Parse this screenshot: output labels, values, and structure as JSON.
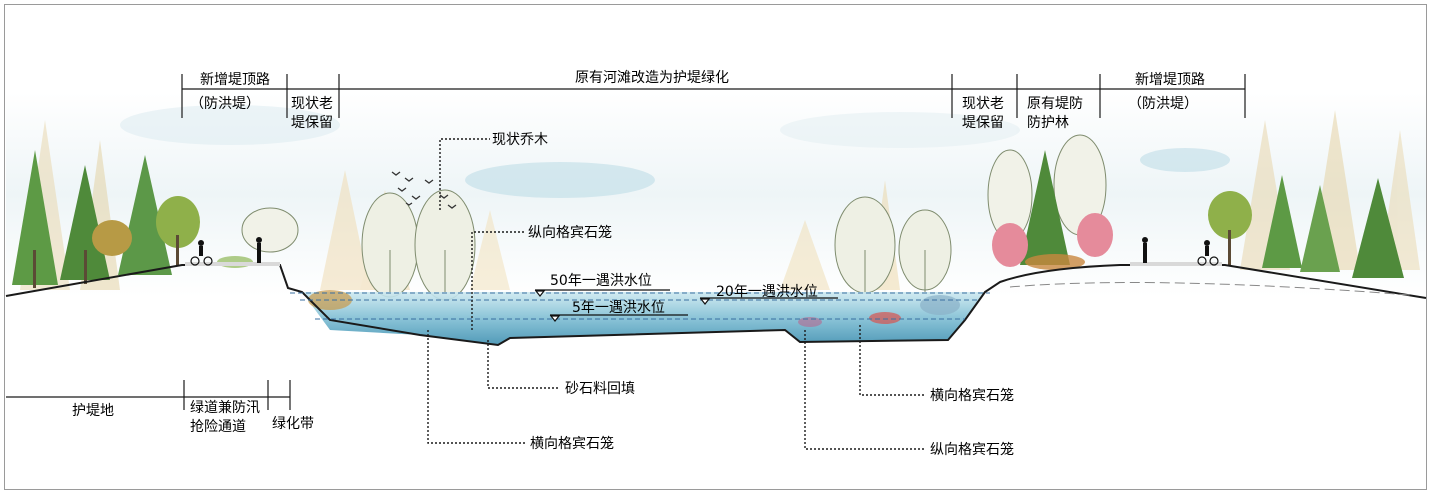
{
  "top_labels": {
    "new_road_left": "新增堤顶路",
    "new_road_left_sub": "（防洪堤）",
    "old_dike_left_1": "现状老",
    "old_dike_left_2": "堤保留",
    "center": "原有河滩改造为护堤绿化",
    "old_dike_right_1": "现状老",
    "old_dike_right_2": "堤保留",
    "forest_right_1": "原有堤防",
    "forest_right_2": "防护林",
    "new_road_right": "新增堤顶路",
    "new_road_right_sub": "（防洪堤）"
  },
  "callouts": {
    "existing_trees": "现状乔木",
    "vertical_gabion_top": "纵向格宾石笼",
    "gravel_backfill": "砂石料回填",
    "horizontal_gabion_left": "横向格宾石笼",
    "horizontal_gabion_right": "横向格宾石笼",
    "vertical_gabion_bottom": "纵向格宾石笼"
  },
  "water_levels": {
    "fifty_year": "50年一遇洪水位",
    "twenty_year": "20年一遇洪水位",
    "five_year": "5年一遇洪水位"
  },
  "bottom_labels": {
    "dike_land": "护堤地",
    "greenway_1": "绿道兼防汛",
    "greenway_2": "抢险通道",
    "green_belt": "绿化带"
  },
  "colors": {
    "water_top": "#bfe3ec",
    "water_bottom": "#3e8fb0",
    "tree_green": "#4f8a3a",
    "tree_light": "#c9d7a6",
    "pink_tree": "#e58b9b",
    "ground_line": "#1a1a1a"
  }
}
